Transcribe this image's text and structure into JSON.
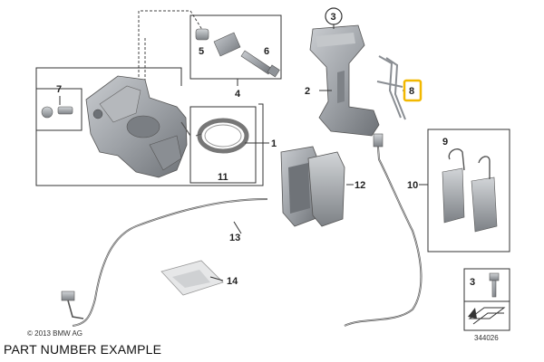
{
  "labels": {
    "l1": "1",
    "l2": "2",
    "l3": "3",
    "l4": "4",
    "l5": "5",
    "l6": "6",
    "l7": "7",
    "l8": "8",
    "l9": "9",
    "l10": "10",
    "l11": "11",
    "l12": "12",
    "l13": "13",
    "l14": "14",
    "l3b": "3"
  },
  "copyright": "© 2013 BMW AG",
  "caption": "PART NUMBER EXAMPLE",
  "diagram_number": "344026",
  "colors": {
    "highlight": "#f2b800",
    "part_gray": "#9a9ea3",
    "line": "#333333"
  }
}
